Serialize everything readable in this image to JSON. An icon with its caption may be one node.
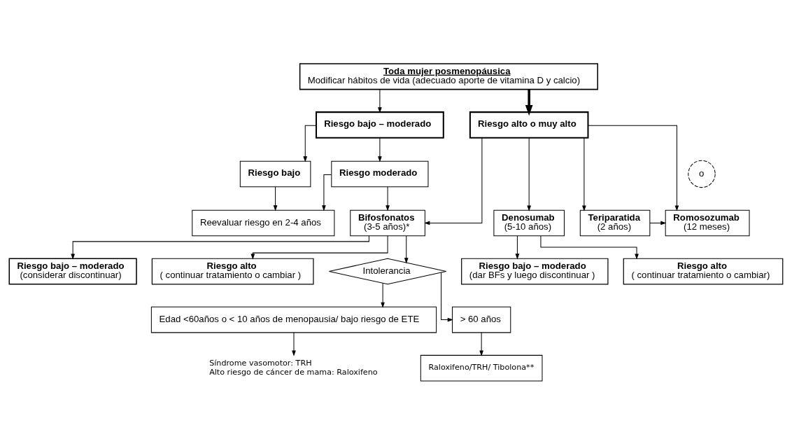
{
  "diagram": {
    "nodes": [
      {
        "text": [
          "Toda mujer posmenopáusica",
          "Modificar hábitos de vida (adecuado aporte de vitamina D y calcio)"
        ]
      },
      {
        "text": [
          "Riesgo bajo – moderado"
        ]
      },
      {
        "text": [
          "Riesgo alto o muy alto"
        ]
      },
      {
        "text": [
          "Riesgo bajo"
        ]
      },
      {
        "text": [
          "Riesgo moderado"
        ]
      },
      {
        "text": [
          "Reevaluar riesgo en 2-4 años"
        ]
      },
      {
        "text": [
          "o"
        ]
      },
      {
        "text": [
          "Bifosfonatos",
          "(3-5 años)*"
        ]
      },
      {
        "text": [
          "Denosumab",
          "(5-10 años)"
        ]
      },
      {
        "text": [
          "Teriparatida",
          "(2 años)"
        ]
      },
      {
        "text": [
          "Romosozumab",
          "(12 meses)"
        ]
      },
      {
        "text": [
          "Riesgo bajo – moderado",
          "(considerar discontinuar)"
        ]
      },
      {
        "text": [
          "Riesgo alto",
          "( continuar tratamiento o cambiar )"
        ]
      },
      {
        "text": [
          "Intolerancia"
        ]
      },
      {
        "text": [
          "Riesgo bajo – moderado",
          "(dar BFs y luego discontinuar )"
        ]
      },
      {
        "text": [
          "Riesgo alto",
          "( continuar tratamiento o cambiar)"
        ]
      },
      {
        "text": [
          "Edad <60años o < 10 años de menopausia/ bajo riesgo de ETE"
        ]
      },
      {
        "text": [
          "> 60 años"
        ]
      },
      {
        "text": [
          "Síndrome vasomotor: TRH",
          "Alto riesgo de cáncer de mama: Raloxifeno"
        ]
      },
      {
        "text": [
          "Raloxifeno/TRH/ Tibolona**"
        ]
      }
    ],
    "edges": [
      {
        "from": 0,
        "to": 1,
        "arrow": "to"
      },
      {
        "from": 0,
        "to": 2,
        "arrow": "to",
        "style": "thick"
      },
      {
        "from": 1,
        "to": 3,
        "arrow": "to"
      },
      {
        "from": 1,
        "to": 4,
        "arrow": "to"
      },
      {
        "from": 3,
        "to": 5,
        "arrow": "to"
      },
      {
        "from": 4,
        "to": 5,
        "arrow": "to"
      },
      {
        "from": 4,
        "to": 7,
        "arrow": "to"
      },
      {
        "from": 2,
        "to": 7,
        "arrow": "to"
      },
      {
        "from": 2,
        "to": 8,
        "arrow": "to"
      },
      {
        "from": 2,
        "to": 9,
        "arrow": "to"
      },
      {
        "from": 2,
        "to": 10,
        "arrow": "to"
      },
      {
        "from": 9,
        "to": 10,
        "arrow": "to"
      },
      {
        "from": 7,
        "to": 11,
        "arrow": "to"
      },
      {
        "from": 7,
        "to": 12,
        "arrow": "to"
      },
      {
        "from": 7,
        "to": 13,
        "arrow": "to"
      },
      {
        "from": 8,
        "to": 14,
        "arrow": "to"
      },
      {
        "from": 8,
        "to": 15,
        "arrow": "to"
      },
      {
        "from": 13,
        "to": 16,
        "arrow": "to"
      },
      {
        "from": 13,
        "to": 17,
        "arrow": "to"
      },
      {
        "from": 16,
        "to": 18,
        "arrow": "to"
      },
      {
        "from": 17,
        "to": 19,
        "arrow": "to"
      }
    ]
  }
}
